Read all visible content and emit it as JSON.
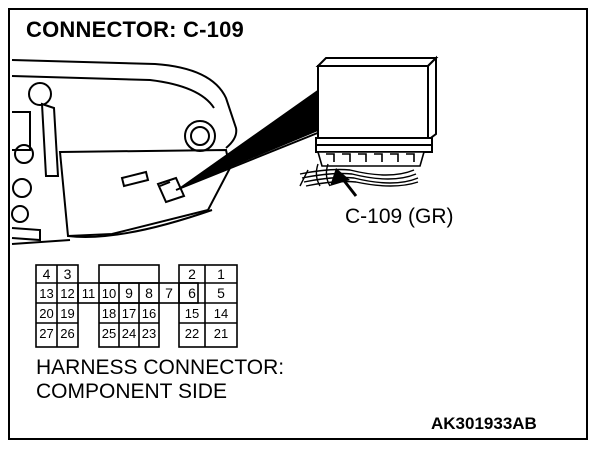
{
  "title": "CONNECTOR: C-109",
  "connector_label": "C-109 (GR)",
  "harness": {
    "line1": "HARNESS CONNECTOR:",
    "line2": "COMPONENT SIDE"
  },
  "figure_code": "AK301933AB",
  "pins": {
    "p1": "1",
    "p2": "2",
    "p3": "3",
    "p4": "4",
    "p5": "5",
    "p6": "6",
    "p7": "7",
    "p8": "8",
    "p9": "9",
    "p10": "10",
    "p11": "11",
    "p12": "12",
    "p13": "13",
    "p14": "14",
    "p15": "15",
    "p16": "16",
    "p17": "17",
    "p18": "18",
    "p19": "19",
    "p20": "20",
    "p21": "21",
    "p22": "22",
    "p23": "23",
    "p24": "24",
    "p25": "25",
    "p26": "26",
    "p27": "27"
  }
}
